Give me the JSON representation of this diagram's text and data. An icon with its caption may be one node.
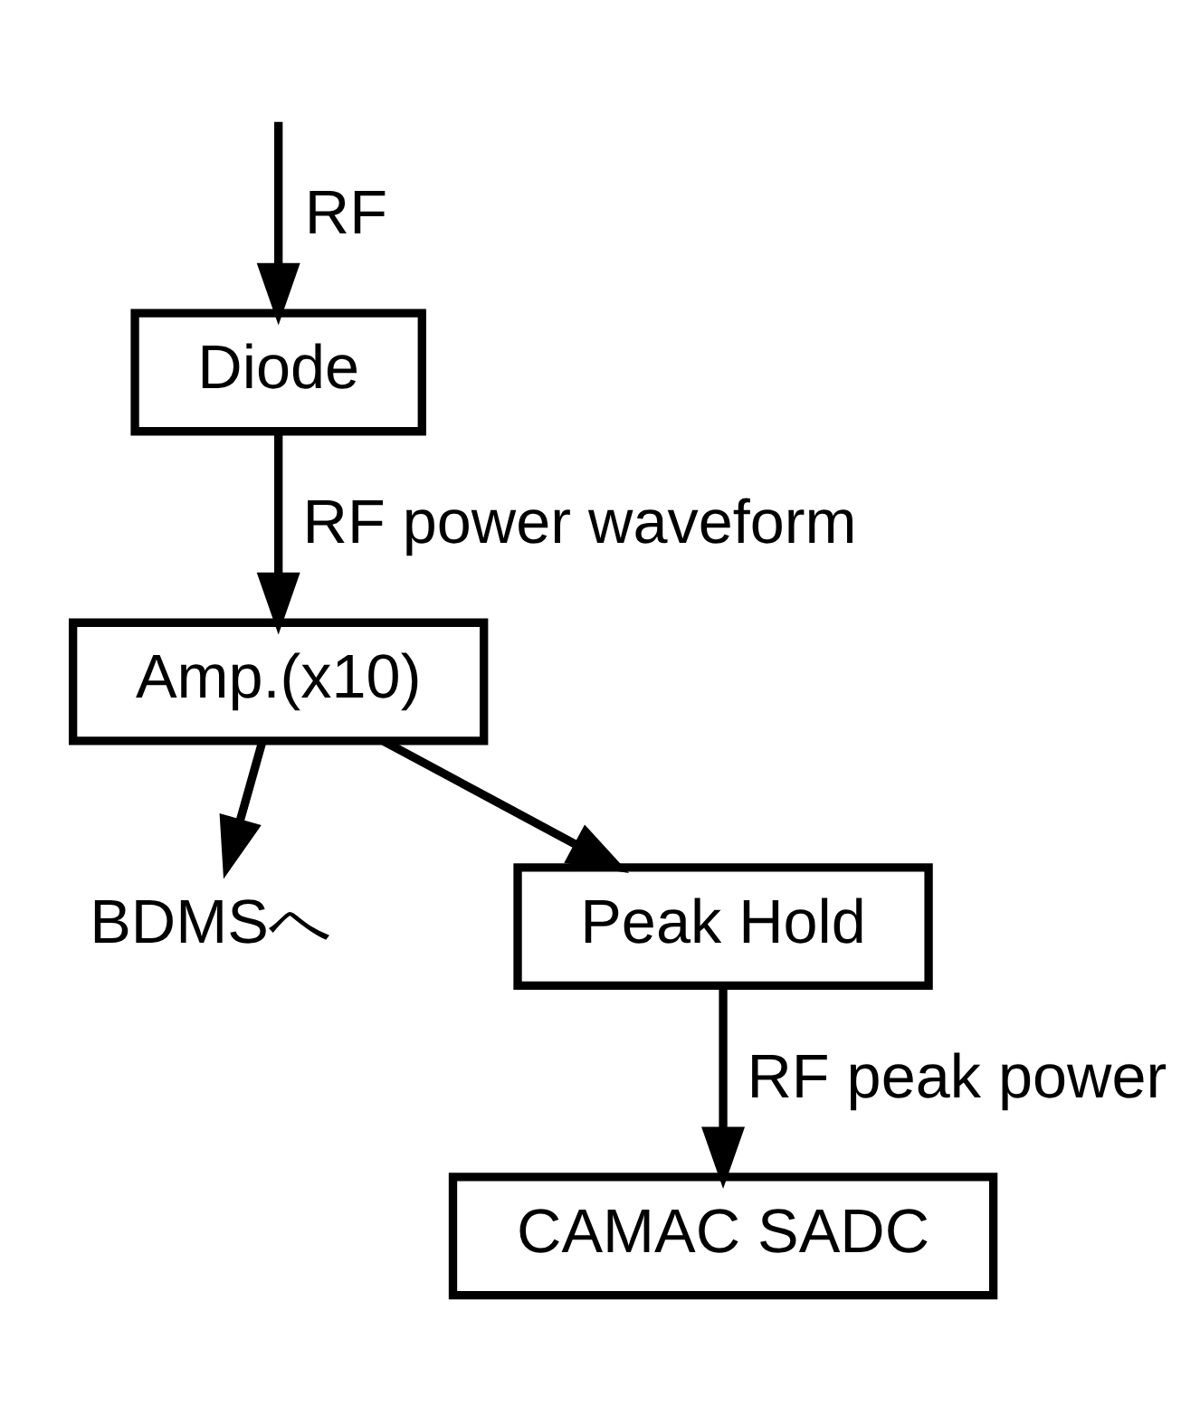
{
  "diagram": {
    "nodes": [
      {
        "text": [
          "Diode"
        ]
      },
      {
        "text": [
          "Amp.(x10)"
        ]
      },
      {
        "text": [
          "BDMSへ"
        ]
      },
      {
        "text": [
          "Peak Hold"
        ]
      },
      {
        "text": [
          "CAMAC SADC"
        ]
      }
    ],
    "edges": [
      {
        "from": null,
        "to": 0,
        "arrow": "to",
        "label": "RF"
      },
      {
        "from": 0,
        "to": 1,
        "arrow": "to",
        "label": "RF power waveform"
      },
      {
        "from": 1,
        "to": 2,
        "arrow": "to"
      },
      {
        "from": 1,
        "to": 3,
        "arrow": "to"
      },
      {
        "from": 3,
        "to": 4,
        "arrow": "to",
        "label": "RF peak power"
      }
    ]
  }
}
